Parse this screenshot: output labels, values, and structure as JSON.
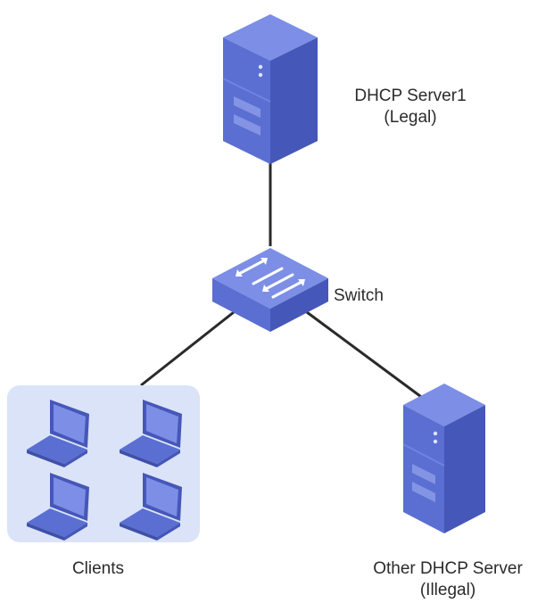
{
  "nodes": {
    "server1": {
      "name": "DHCP Server1",
      "note": "(Legal)"
    },
    "switch": {
      "name": "Switch"
    },
    "clients": {
      "name": "Clients"
    },
    "server2": {
      "name": "Other DHCP Server",
      "note": "(Illegal)"
    }
  },
  "colors": {
    "device_front": "#5a6fd1",
    "device_side": "#4557b8",
    "device_top": "#7c8ee6",
    "link": "#2a2a2a",
    "client_group_bg": "#dbe3f8",
    "label": "#2b2b2b"
  }
}
